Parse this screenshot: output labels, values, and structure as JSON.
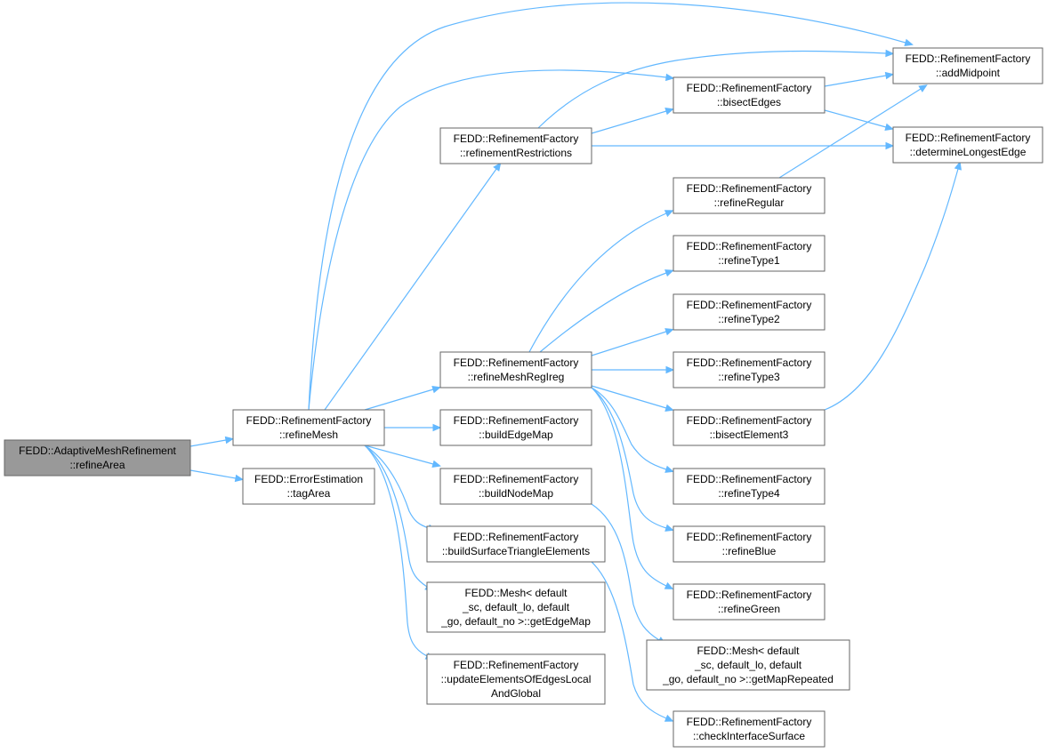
{
  "colors": {
    "edge": "#63b8ff",
    "node_border": "#666666",
    "root_fill": "#999999",
    "node_fill": "#ffffff"
  },
  "nodes": {
    "refineArea": [
      "FEDD::AdaptiveMeshRefinement",
      "::refineArea"
    ],
    "refineMesh": [
      "FEDD::RefinementFactory",
      "::refineMesh"
    ],
    "tagArea": [
      "FEDD::ErrorEstimation",
      "::tagArea"
    ],
    "refinementRestrictions": [
      "FEDD::RefinementFactory",
      "::refinementRestrictions"
    ],
    "refineMeshRegIreg": [
      "FEDD::RefinementFactory",
      "::refineMeshRegIreg"
    ],
    "buildEdgeMap": [
      "FEDD::RefinementFactory",
      "::buildEdgeMap"
    ],
    "buildNodeMap": [
      "FEDD::RefinementFactory",
      "::buildNodeMap"
    ],
    "buildSurfaceTriangleElements": [
      "FEDD::RefinementFactory",
      "::buildSurfaceTriangleElements"
    ],
    "getEdgeMap": [
      "FEDD::Mesh< default",
      "_sc, default_lo, default",
      "_go, default_no >::getEdgeMap"
    ],
    "updateElementsOfEdgesLocalAndGlobal": [
      "FEDD::RefinementFactory",
      "::updateElementsOfEdgesLocal",
      "AndGlobal"
    ],
    "bisectEdges": [
      "FEDD::RefinementFactory",
      "::bisectEdges"
    ],
    "refineRegular": [
      "FEDD::RefinementFactory",
      "::refineRegular"
    ],
    "refineType1": [
      "FEDD::RefinementFactory",
      "::refineType1"
    ],
    "refineType2": [
      "FEDD::RefinementFactory",
      "::refineType2"
    ],
    "refineType3": [
      "FEDD::RefinementFactory",
      "::refineType3"
    ],
    "bisectElement3": [
      "FEDD::RefinementFactory",
      "::bisectElement3"
    ],
    "refineType4": [
      "FEDD::RefinementFactory",
      "::refineType4"
    ],
    "refineBlue": [
      "FEDD::RefinementFactory",
      "::refineBlue"
    ],
    "refineGreen": [
      "FEDD::RefinementFactory",
      "::refineGreen"
    ],
    "getMapRepeated": [
      "FEDD::Mesh< default",
      "_sc, default_lo, default",
      "_go, default_no >::getMapRepeated"
    ],
    "checkInterfaceSurface": [
      "FEDD::RefinementFactory",
      "::checkInterfaceSurface"
    ],
    "addMidpoint": [
      "FEDD::RefinementFactory",
      "::addMidpoint"
    ],
    "determineLongestEdge": [
      "FEDD::RefinementFactory",
      "::determineLongestEdge"
    ]
  },
  "edges": [
    [
      "refineArea",
      "refineMesh"
    ],
    [
      "refineArea",
      "tagArea"
    ],
    [
      "refineMesh",
      "addMidpoint"
    ],
    [
      "refineMesh",
      "bisectEdges"
    ],
    [
      "refineMesh",
      "refinementRestrictions"
    ],
    [
      "refineMesh",
      "refineMeshRegIreg"
    ],
    [
      "refineMesh",
      "buildEdgeMap"
    ],
    [
      "refineMesh",
      "buildNodeMap"
    ],
    [
      "refineMesh",
      "buildSurfaceTriangleElements"
    ],
    [
      "refineMesh",
      "getEdgeMap"
    ],
    [
      "refineMesh",
      "updateElementsOfEdgesLocalAndGlobal"
    ],
    [
      "refinementRestrictions",
      "addMidpoint"
    ],
    [
      "refinementRestrictions",
      "bisectEdges"
    ],
    [
      "refinementRestrictions",
      "determineLongestEdge"
    ],
    [
      "bisectEdges",
      "addMidpoint"
    ],
    [
      "bisectEdges",
      "determineLongestEdge"
    ],
    [
      "refineRegular",
      "addMidpoint"
    ],
    [
      "refineMeshRegIreg",
      "refineRegular"
    ],
    [
      "refineMeshRegIreg",
      "refineType1"
    ],
    [
      "refineMeshRegIreg",
      "refineType2"
    ],
    [
      "refineMeshRegIreg",
      "refineType3"
    ],
    [
      "refineMeshRegIreg",
      "bisectElement3"
    ],
    [
      "refineMeshRegIreg",
      "refineType4"
    ],
    [
      "refineMeshRegIreg",
      "refineBlue"
    ],
    [
      "refineMeshRegIreg",
      "refineGreen"
    ],
    [
      "bisectElement3",
      "determineLongestEdge"
    ],
    [
      "buildNodeMap",
      "getMapRepeated"
    ],
    [
      "buildSurfaceTriangleElements",
      "checkInterfaceSurface"
    ]
  ]
}
